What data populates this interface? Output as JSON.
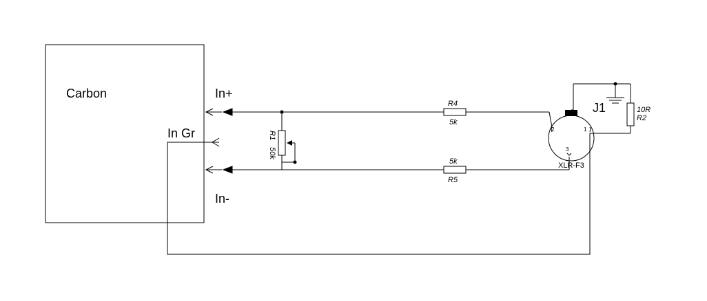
{
  "diagram": {
    "device_label": "Carbon",
    "inputs": {
      "plus": "In+",
      "ground": "In Gr",
      "minus": "In-"
    },
    "resistors": {
      "r1": {
        "name": "R1",
        "value": "50k"
      },
      "r2": {
        "name": "R2",
        "value": "10R"
      },
      "r4": {
        "name": "R4",
        "value": "5k"
      },
      "r5": {
        "name": "R5",
        "value": "5k"
      }
    },
    "connector": {
      "ref": "J1",
      "type": "XLR-F3",
      "pins": [
        "1",
        "2",
        "3"
      ]
    }
  }
}
